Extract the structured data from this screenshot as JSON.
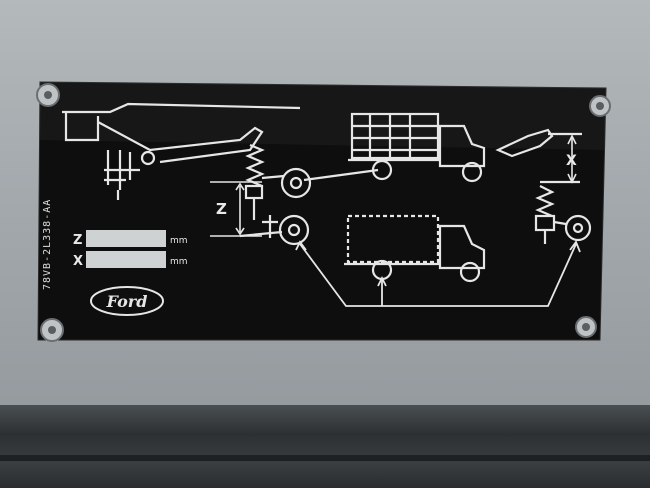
{
  "plate": {
    "part_number": "78VB-2L338-AA",
    "field_z_label": "Z",
    "field_x_label": "X",
    "unit_z": "mm",
    "unit_x": "mm",
    "dim_z": "Z",
    "dim_x": "X",
    "brand": "Ford"
  },
  "colors": {
    "plate": "#0d0d0d",
    "ink": "#e8e8e8",
    "wall": "#a8adb0"
  }
}
